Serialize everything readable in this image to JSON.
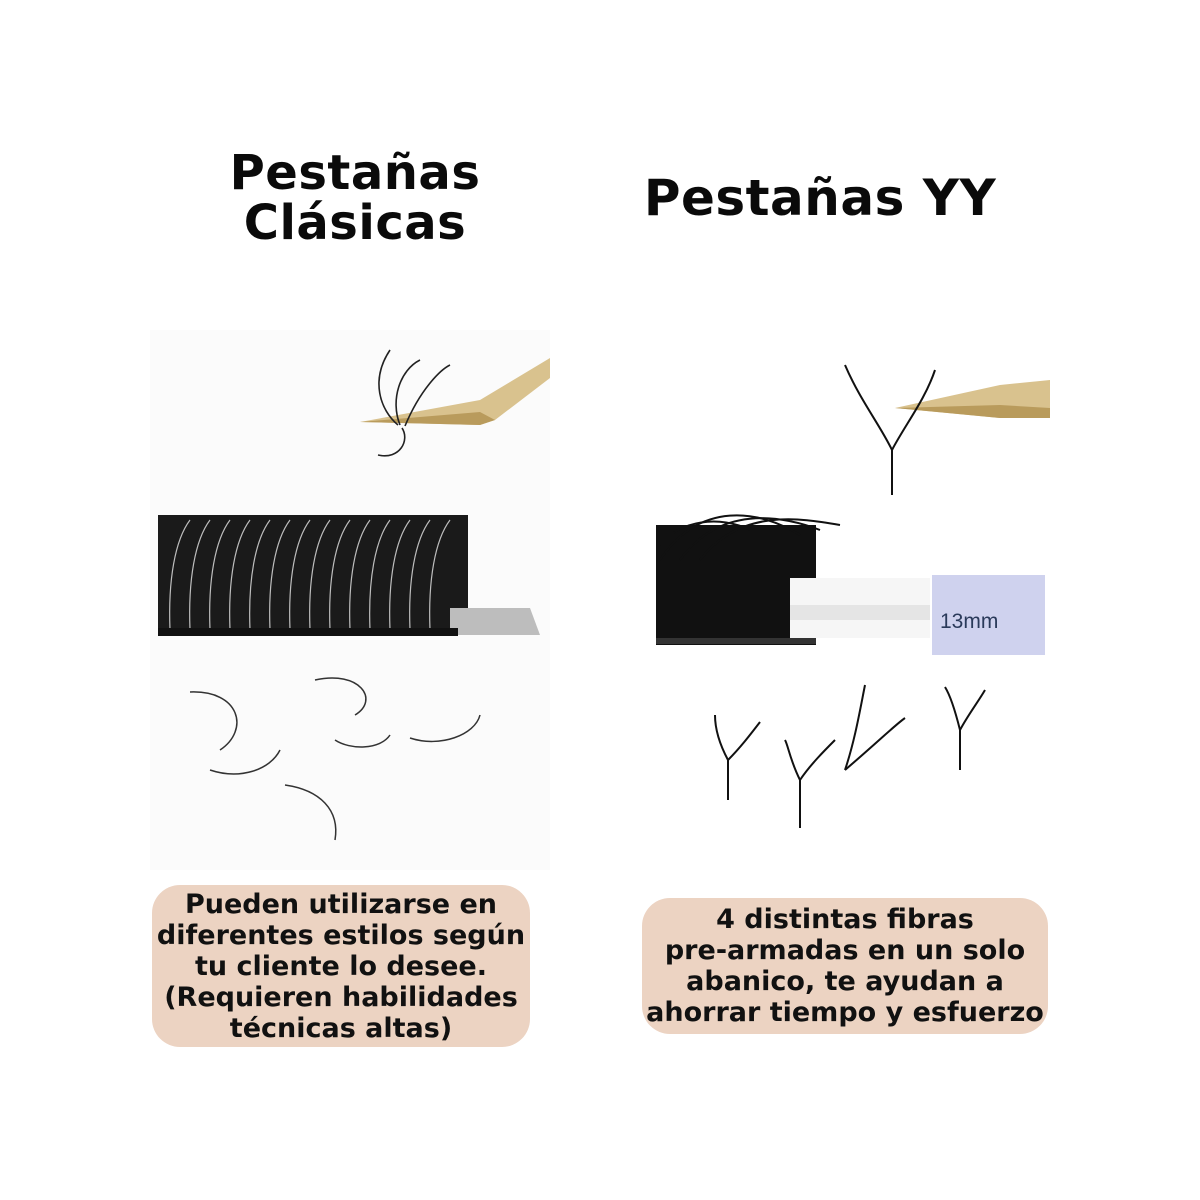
{
  "left": {
    "title_line1": "Pestañas",
    "title_line2": "Clásicas",
    "caption_lines": [
      "Pueden utilizarse en",
      "diferentes estilos según",
      "tu cliente lo desee.",
      "(Requieren habilidades",
      "técnicas altas)"
    ]
  },
  "right": {
    "title": "Pestañas YY",
    "length_label": "13mm",
    "caption_lines": [
      "4 distintas fibras",
      "pre-armadas en un solo",
      "abanico, te ayudan a",
      "ahorrar tiempo y esfuerzo"
    ]
  },
  "colors": {
    "caption_bg": "#ecd3c2",
    "lash_black": "#111111",
    "tweezer_gold": "#d9c28e",
    "label_strip": "#cfd2ee"
  }
}
